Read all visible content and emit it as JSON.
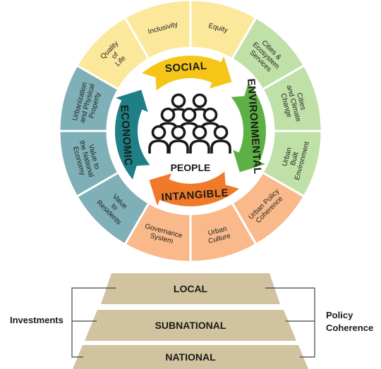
{
  "center": {
    "label": "PEOPLE"
  },
  "arrows": [
    {
      "id": "social",
      "label": "SOCIAL",
      "color": "#F5C518"
    },
    {
      "id": "environmental",
      "label": "ENVIRONMENTAL",
      "color": "#5DB043"
    },
    {
      "id": "intangible",
      "label": "INTANGIBLE",
      "color": "#F07A2A"
    },
    {
      "id": "economic",
      "label": "ECONOMIC",
      "color": "#1E7F86"
    }
  ],
  "ring_segments": [
    {
      "group": "social",
      "lines": [
        "Quality",
        "of",
        "Life"
      ]
    },
    {
      "group": "social",
      "lines": [
        "Inclusivity"
      ]
    },
    {
      "group": "social",
      "lines": [
        "Equity"
      ]
    },
    {
      "group": "environmental",
      "lines": [
        "Cities &",
        "Ecosystem",
        "Services"
      ]
    },
    {
      "group": "environmental",
      "lines": [
        "Cities",
        "and Climate",
        "Change"
      ]
    },
    {
      "group": "environmental",
      "lines": [
        "Urban",
        "Built",
        "Environment"
      ]
    },
    {
      "group": "intangible",
      "lines": [
        "Urban Policy",
        "Coherence"
      ]
    },
    {
      "group": "intangible",
      "lines": [
        "Urban",
        "Culture"
      ]
    },
    {
      "group": "intangible",
      "lines": [
        "Governance",
        "System"
      ]
    },
    {
      "group": "economic",
      "lines": [
        "Value",
        "to",
        "Residents"
      ]
    },
    {
      "group": "economic",
      "lines": [
        "Value to",
        "the National",
        "Economy"
      ]
    },
    {
      "group": "economic",
      "lines": [
        "Urbanization",
        "and Physical",
        "Property"
      ]
    }
  ],
  "ring_colors": {
    "social": "#FBE89A",
    "environmental": "#BFE0A6",
    "intangible": "#F9B98A",
    "economic": "#7FAFB7"
  },
  "levels": [
    {
      "label": "LOCAL"
    },
    {
      "label": "SUBNATIONAL"
    },
    {
      "label": "NATIONAL"
    }
  ],
  "side_labels": {
    "left": "Investments",
    "right_line1": "Policy",
    "right_line2": "Coherence"
  },
  "level_color": "#D1C2A0"
}
